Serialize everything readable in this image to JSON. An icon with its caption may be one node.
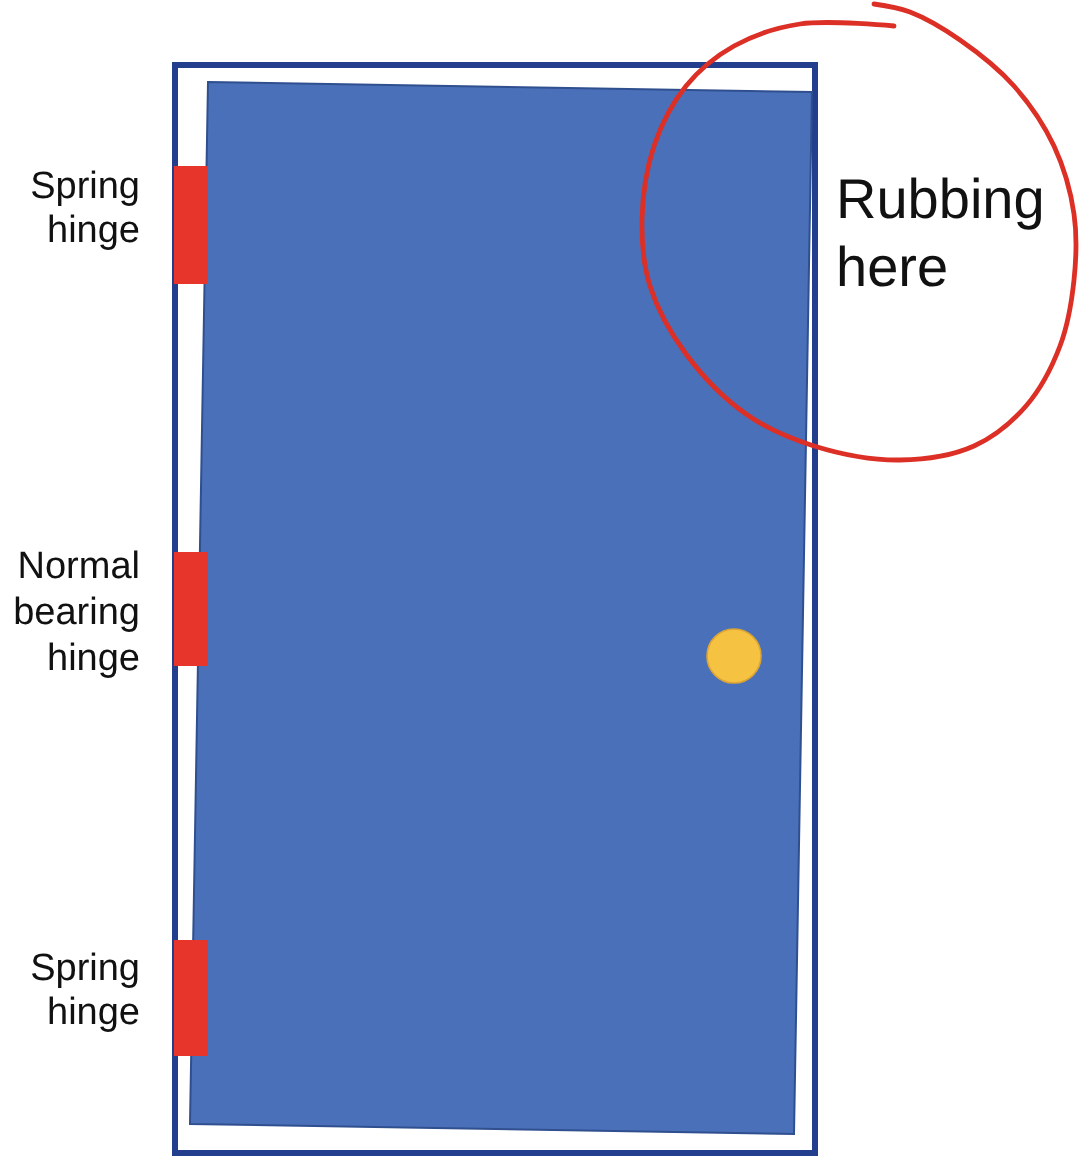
{
  "diagram": {
    "nodes": [
      {
        "text": [
          "Rubbing here"
        ]
      }
    ],
    "labels": [
      "Spring hinge",
      "Normal bearing hinge",
      "Spring hinge"
    ]
  }
}
